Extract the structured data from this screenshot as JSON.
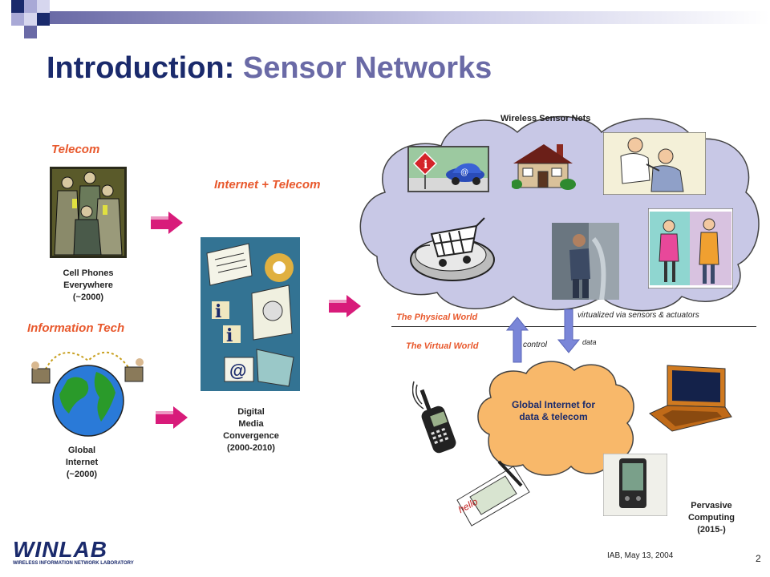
{
  "slide": {
    "title_main": "Introduction:",
    "title_accent": "Sensor Networks",
    "page_number": "2",
    "footer_date": "IAB, May 13, 2004"
  },
  "logo": {
    "name": "WINLAB",
    "subtitle": "WIRELESS INFORMATION NETWORK LABORATORY"
  },
  "labels": {
    "telecom": "Telecom",
    "information_tech": "Information Tech",
    "internet_telecom": "Internet + Telecom",
    "wireless_sensor_nets": "Wireless Sensor Nets",
    "physical_world": "The Physical World",
    "virtual_world": "The Virtual World",
    "virtualized": "virtualized via sensors & actuators",
    "control": "control",
    "data": "data",
    "global_internet_cloud": [
      "Global Internet for",
      "data & telecom"
    ]
  },
  "captions": {
    "cell_phones": [
      "Cell Phones",
      "Everywhere",
      "(~2000)"
    ],
    "global_internet": [
      "Global",
      "Internet",
      "(~2000)"
    ],
    "digital_media": [
      "Digital",
      "Media",
      "Convergence",
      "(2000-2010)"
    ],
    "pervasive": [
      "Pervasive",
      "Computing",
      "(2015-)"
    ]
  },
  "colors": {
    "title": "#1a2a6c",
    "accent": "#6a6aa6",
    "label_red": "#e8582c",
    "arrow_magenta": "#d81b7a",
    "upper_cloud": "#c8c8e6",
    "lower_cloud": "#f8b86a"
  }
}
